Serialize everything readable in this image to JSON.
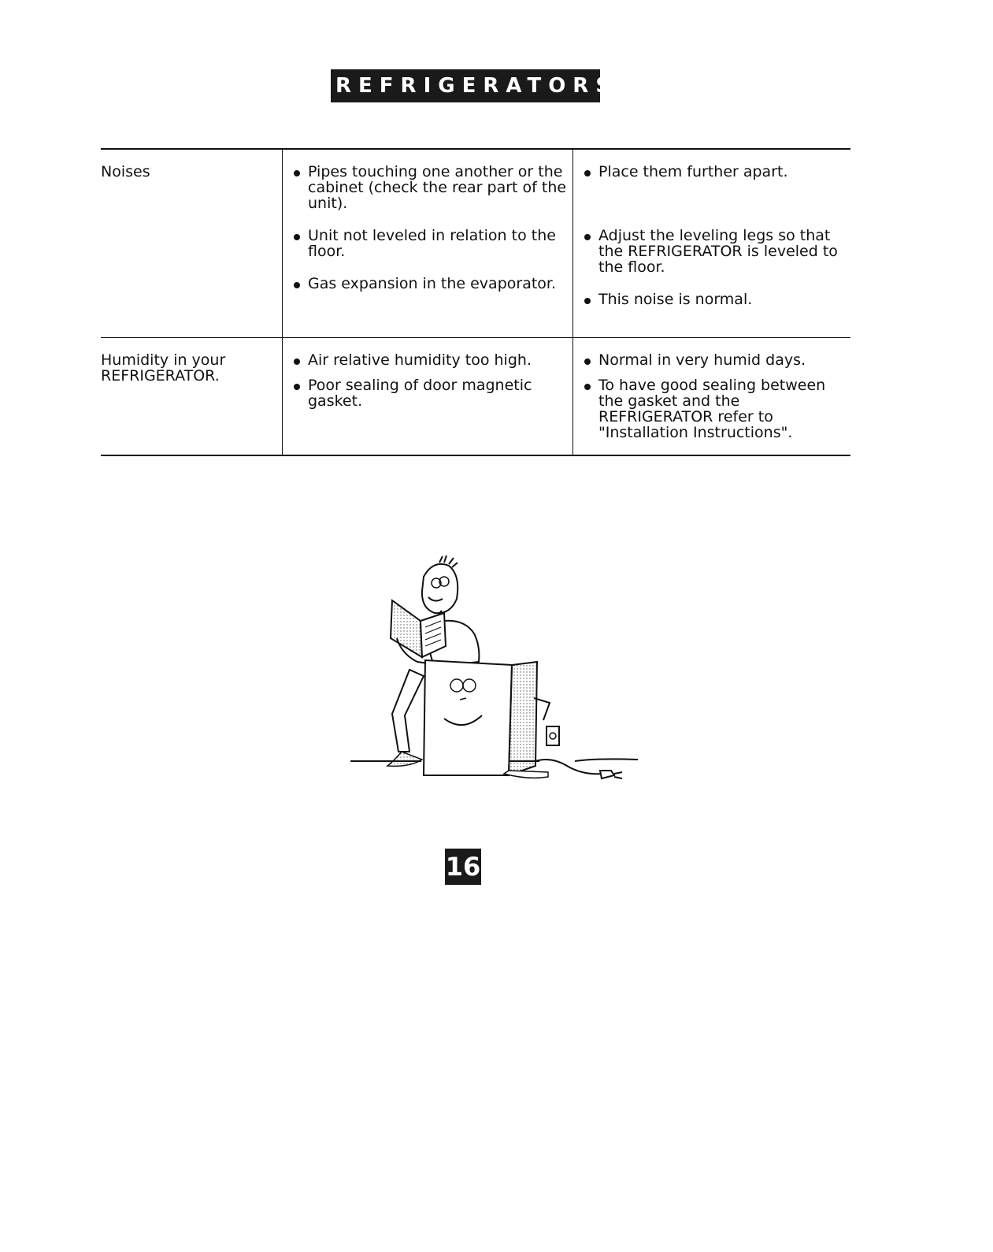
{
  "header": {
    "title": "REFRIGERATORS"
  },
  "rows": [
    {
      "problem": "Noises",
      "causes": [
        "Pipes touching one another or the cabinet (check the rear part of the unit).",
        "Unit not leveled in relation to the floor.",
        "Gas expansion in the evaporator."
      ],
      "solutions": [
        "Place them further apart.",
        "Adjust the leveling legs so that the REFRIGERATOR is leveled to the floor.",
        "This noise is normal."
      ]
    },
    {
      "problem": "Humidity in your REFRIGERATOR.",
      "causes": [
        "Air relative humidity too high.",
        "Poor sealing of door magnetic gasket."
      ],
      "solutions": [
        "Normal in very humid days.",
        "To have good sealing between the gasket and the REFRIGERATOR refer to \"Installation Instructions\"."
      ]
    }
  ],
  "footer": {
    "page_number": "16"
  }
}
